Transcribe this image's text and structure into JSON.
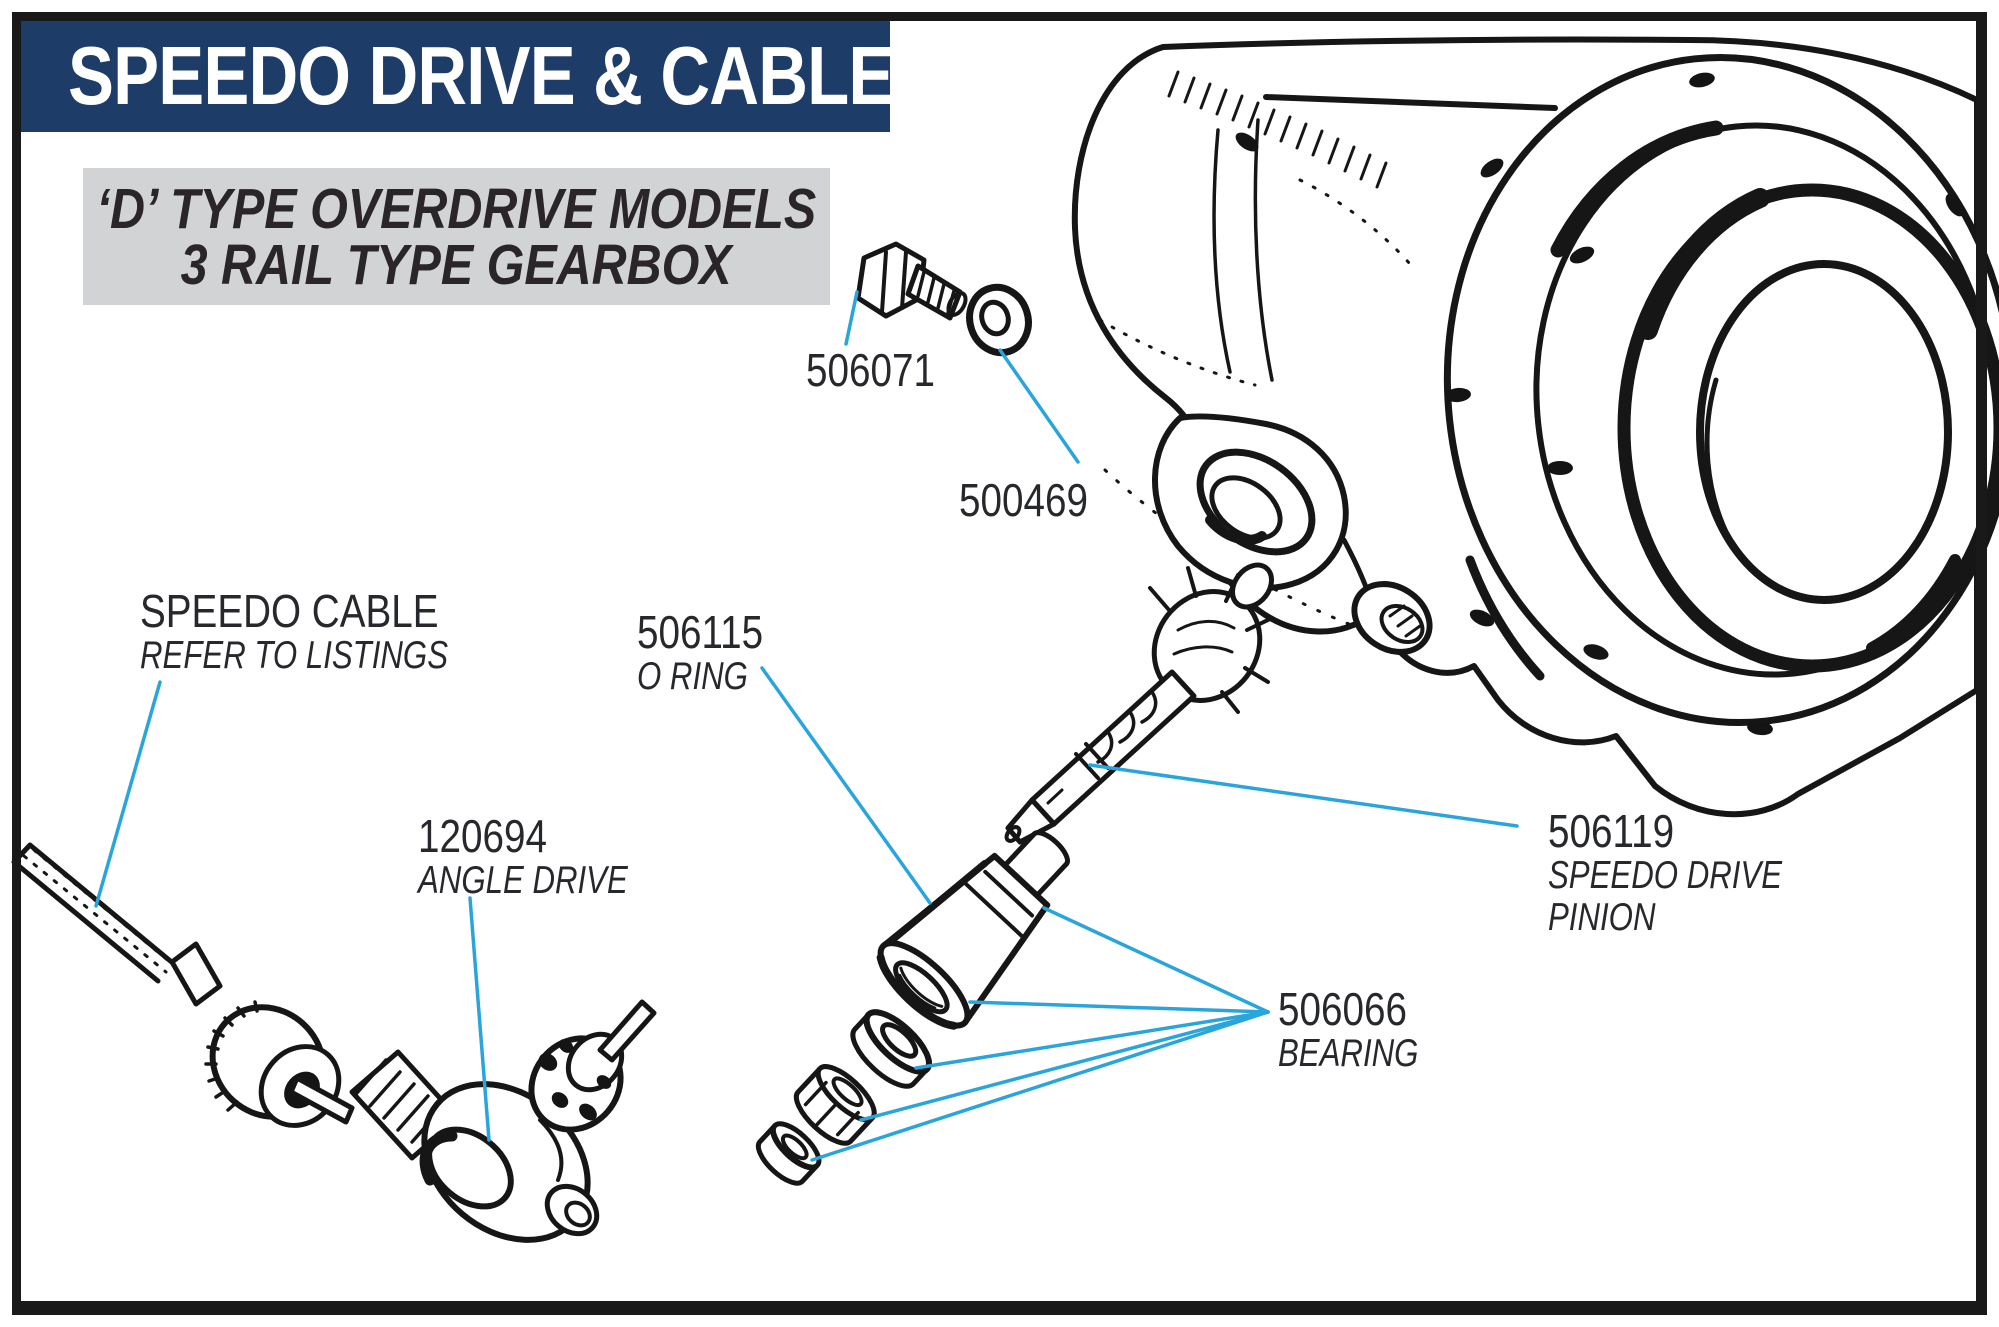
{
  "header": {
    "title": "SPEEDO DRIVE & CABLE"
  },
  "subtitle": {
    "line1": "‘D’ TYPE OVERDRIVE MODELS",
    "line2": "3 RAIL TYPE GEARBOX"
  },
  "parts": {
    "p506071": {
      "number": "506071"
    },
    "p500469": {
      "number": "500469"
    },
    "cable": {
      "title": "SPEEDO CABLE",
      "note": "REFER TO LISTINGS"
    },
    "p506115": {
      "number": "506115",
      "name": "O RING"
    },
    "p120694": {
      "number": "120694",
      "name": "ANGLE DRIVE"
    },
    "p506119": {
      "number": "506119",
      "name_line1": "SPEEDO DRIVE",
      "name_line2": "PINION"
    },
    "p506066": {
      "number": "506066",
      "name": "BEARING"
    }
  },
  "colors": {
    "banner_bg": "#1d3c68",
    "banner_text": "#ffffff",
    "subtitle_bg": "#d2d3d5",
    "subtitle_text": "#292529",
    "label_text": "#27282c",
    "leader_line": "#2aa5dc",
    "line_art": "#161616",
    "frame": "#191919",
    "page_bg": "#ffffff"
  }
}
